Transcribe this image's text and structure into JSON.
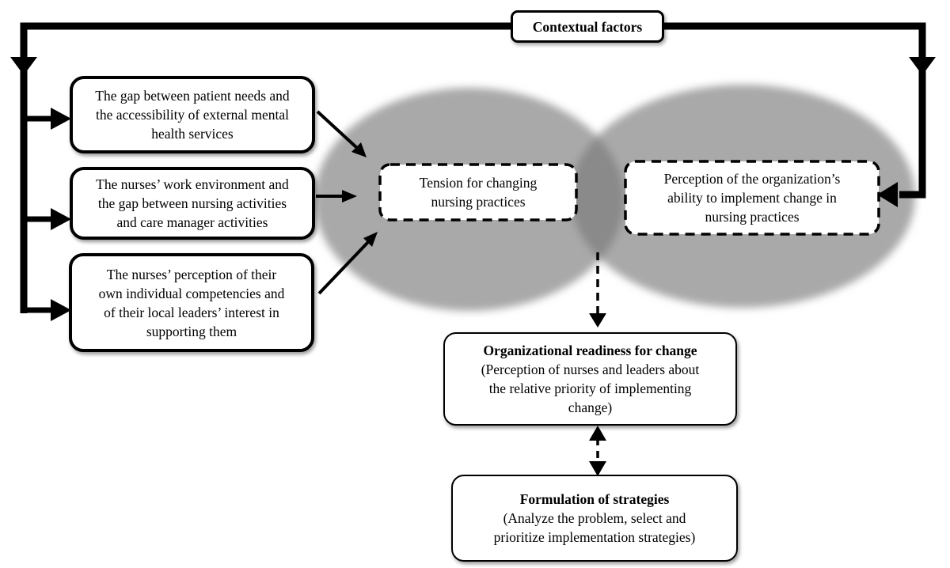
{
  "top_box": {
    "label": "Contextual factors"
  },
  "causes": {
    "items": [
      {
        "text": [
          "The gap between patient needs and",
          "the accessibility of external mental",
          "health services"
        ]
      },
      {
        "text": [
          "The nurses’ work environment and",
          "the gap between nursing activities",
          "and care manager activities"
        ]
      },
      {
        "text": [
          "The nurses’ perception of their",
          "own individual competencies and",
          "of their local leaders’ interest in",
          "supporting them"
        ]
      }
    ]
  },
  "venn": {
    "tension": {
      "text": [
        "Tension for changing",
        "nursing practices"
      ]
    },
    "perception": {
      "text": [
        "Perception of the organization’s",
        "ability to implement change in",
        "nursing practices"
      ]
    },
    "ellipse_color": "#a9a9a9",
    "overlap_color": "#8a8a8a"
  },
  "readiness": {
    "title": "Organizational readiness for change",
    "subtitle": [
      "(Perception of nurses and leaders about",
      "the relative priority of implementing",
      "change)"
    ]
  },
  "strategies": {
    "title": "Formulation of strategies",
    "subtitle": [
      "(Analyze the problem, select and",
      "prioritize implementation strategies)"
    ]
  },
  "colors": {
    "line": "#000000",
    "box_background": "#ffffff"
  }
}
